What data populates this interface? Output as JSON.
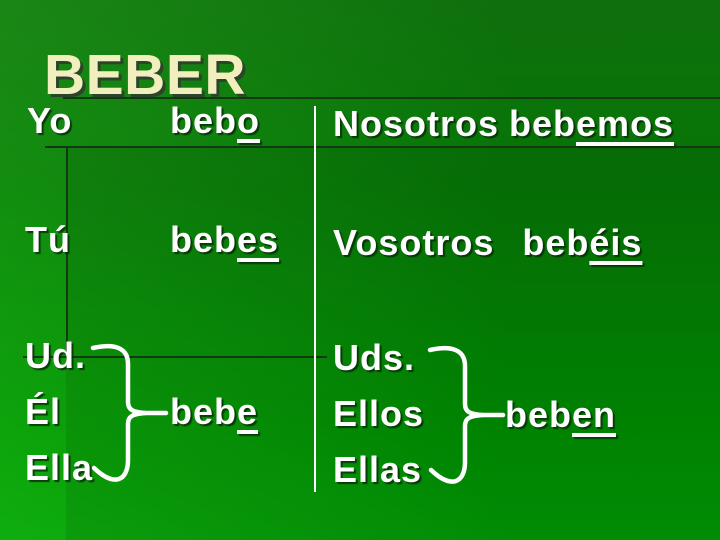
{
  "slide": {
    "title": "BEBER",
    "colors": {
      "background_top": "#10770e",
      "background_bottom": "#02a606",
      "title_color": "#f2efbe",
      "text_color": "#ffffff",
      "table_border": "#123a12",
      "column_separator": "#ffffff"
    },
    "table": {
      "rows": [
        {
          "left": {
            "pronoun": "Yo",
            "verb_stem": "beb",
            "verb_ending": "o"
          },
          "right": {
            "pronoun": "Nosotros",
            "verb_stem": "beb",
            "verb_ending": "emos"
          }
        },
        {
          "left": {
            "pronoun": "Tú",
            "verb_stem": "beb",
            "verb_ending": "es"
          },
          "right": {
            "pronoun": "Vosotros",
            "verb_stem": "beb",
            "verb_ending": "éis"
          }
        },
        {
          "left": {
            "pronouns": [
              "Ud.",
              "Él",
              "Ella"
            ],
            "verb_stem": "beb",
            "verb_ending": "e"
          },
          "right": {
            "pronouns": [
              "Uds.",
              "Ellos",
              "Ellas"
            ],
            "verb_stem": "beb",
            "verb_ending": "en"
          }
        }
      ]
    }
  }
}
